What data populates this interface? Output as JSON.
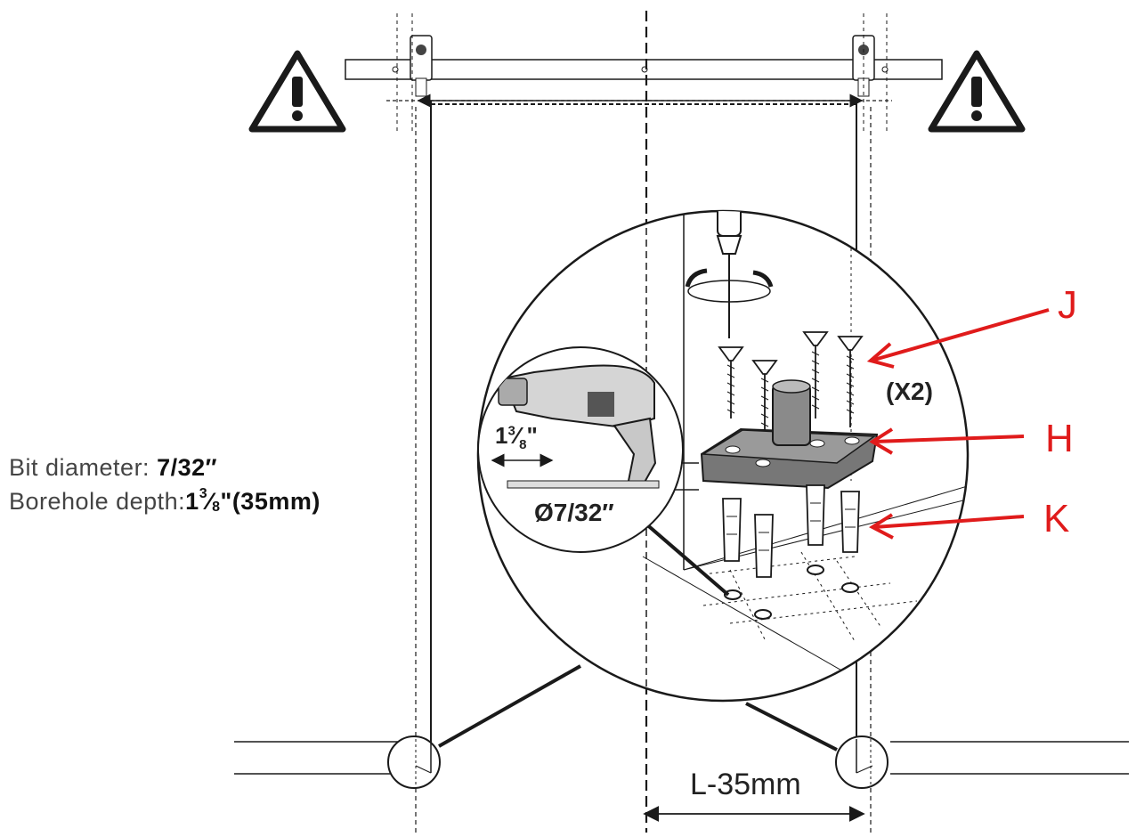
{
  "labels": {
    "j": "J",
    "h": "H",
    "k": "K",
    "x2": "(X2)",
    "bit_label": "Bit diameter:",
    "bit_value": "7/32″",
    "depth_label": "Borehole depth:",
    "depth_whole": "1",
    "depth_num": "3",
    "depth_den": "8",
    "depth_value": "\"(35mm)",
    "drill_len_whole": "1",
    "drill_len_num": "3",
    "drill_len_den": "8",
    "drill_len_mark": "\"",
    "drill_dia": "Ø7/32″",
    "dimension": "L-35mm"
  },
  "icons": [
    "warning-icon",
    "warning-icon",
    "drill-icon",
    "screwdriver-icon",
    "screw-icon",
    "anchor-icon",
    "floor-guide-icon",
    "roller-icon"
  ],
  "colors": {
    "callout": "#e01b1b",
    "line": "#1a1a1a"
  }
}
